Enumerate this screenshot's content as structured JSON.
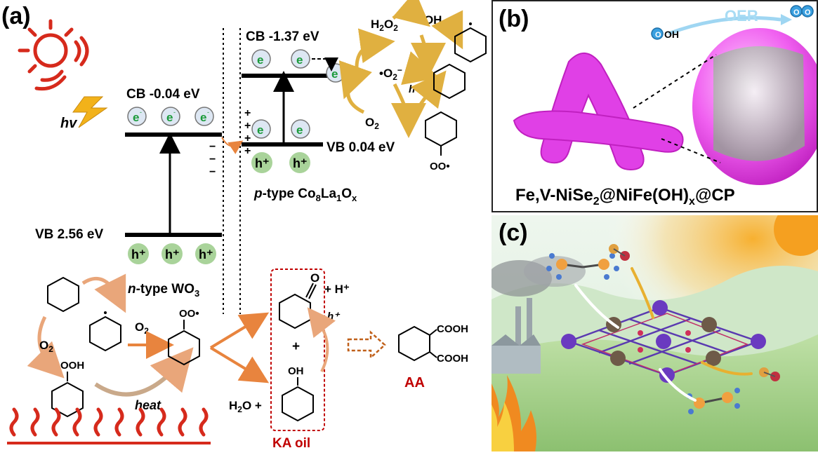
{
  "panels": {
    "a": {
      "label": "(a)",
      "hv": "hv",
      "wo3": {
        "cb": "CB -0.04 eV",
        "vb": "VB 2.56 eV",
        "name_prefix": "n",
        "name_rest": "-type WO",
        "name_sub": "3"
      },
      "co": {
        "cb": "CB -1.37 eV",
        "vb": "VB 0.04 eV",
        "name_prefix": "p",
        "name_rest": "-type Co",
        "name_sub1": "8",
        "name_mid": "La",
        "name_sub2": "1",
        "name_end": "O",
        "name_sub3": "x"
      },
      "electron": "e",
      "hole": "h",
      "plus": "+",
      "minus": "−",
      "species": {
        "h2o2": "H",
        "h2o2_sub": "2",
        "h2o2_o": "O",
        "oh_radical": "•OH",
        "hplus": "H",
        "o2_radical": "•O",
        "o2_top": "2",
        "o2_charge": "−",
        "o2": "O",
        "o2_sub": "2",
        "hplus_small": "h",
        "oo_dot": "OO•",
        "o2_left": "O",
        "ooh": "OOH",
        "heat": "heat",
        "ketone_h": "+ H",
        "h2o": "H",
        "h2o_sub": "2",
        "h2o_rest": "O +",
        "oh": "OH",
        "plus_sign": "+",
        "cooh1": "COOH",
        "cooh2": "COOH",
        "ketone_o": "O",
        "ooh_dot": "OO•"
      },
      "ka_oil": "KA oil",
      "aa": "AA"
    },
    "b": {
      "label": "(b)",
      "oer": "OER",
      "oh": "OH",
      "formula_pre": "Fe,V-NiSe",
      "formula_sub1": "2",
      "formula_mid": "@NiFe(OH)",
      "formula_sub2": "x",
      "formula_end": "@CP"
    },
    "c": {
      "label": "(c)"
    }
  },
  "colors": {
    "energy_level": "#000000",
    "electron_fill": "#dde7f3",
    "electron_text": "#1a9a3a",
    "hole_fill": "#a9d39a",
    "arrow_orange": "#e8843e",
    "arrow_gold": "#e8c44a",
    "ka_red": "#c00000",
    "sun_red": "#d62a1c",
    "lightning": "#f2b21a",
    "magenta": "#e040e6",
    "oer_blue": "#9fd6f2"
  }
}
